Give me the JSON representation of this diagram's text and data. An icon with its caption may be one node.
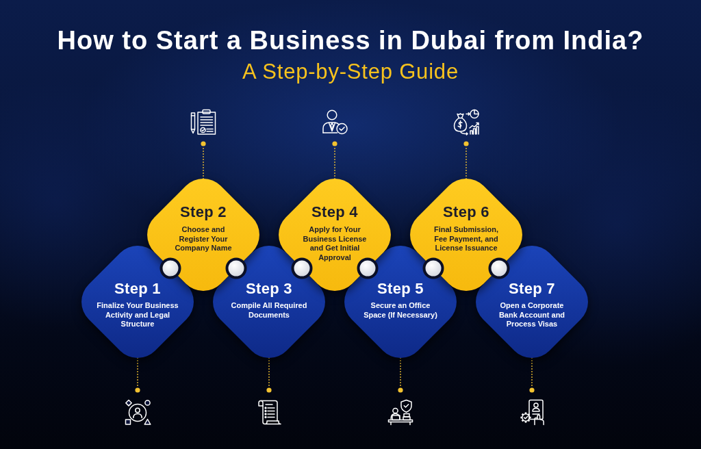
{
  "diagram": {
    "title": "How to Start a Business in Dubai from India?",
    "nodes": [
      {
        "text": [
          "Step 1",
          "Finalize Your Business Activity and Legal Structure"
        ]
      },
      {
        "text": [
          "Step 2",
          "Choose and Register Your Company Name"
        ]
      },
      {
        "text": [
          "Step 3",
          "Compile All Required Documents"
        ]
      },
      {
        "text": [
          "Step 4",
          "Apply for Your Business License and Get Initial Approval"
        ]
      },
      {
        "text": [
          "Step 5",
          "Secure an Office Space (If Necessary)"
        ]
      },
      {
        "text": [
          "Step 6",
          "Final Submission, Fee Payment, and License Issuance"
        ]
      },
      {
        "text": [
          "Step 7",
          "Open a Corporate Bank Account and Process Visas"
        ]
      },
      {
        "text": [],
        "shape": "picture"
      },
      {
        "text": [],
        "shape": "picture"
      },
      {
        "text": [],
        "shape": "picture"
      },
      {
        "text": [],
        "shape": "picture"
      },
      {
        "text": [],
        "shape": "picture"
      },
      {
        "text": [],
        "shape": "picture"
      },
      {
        "text": [],
        "shape": "picture"
      }
    ],
    "edges": [
      {
        "from": 0,
        "to": 7,
        "arrow": "other",
        "style": "dashed"
      },
      {
        "from": 1,
        "to": 8,
        "arrow": "other",
        "style": "dashed"
      },
      {
        "from": 2,
        "to": 9,
        "arrow": "other",
        "style": "dashed"
      },
      {
        "from": 3,
        "to": 10,
        "arrow": "other",
        "style": "dashed"
      },
      {
        "from": 4,
        "to": 11,
        "arrow": "other",
        "style": "dashed"
      },
      {
        "from": 5,
        "to": 12,
        "arrow": "other",
        "style": "dashed"
      },
      {
        "from": 6,
        "to": 13,
        "arrow": "other",
        "style": "dashed"
      }
    ],
    "labels": [
      "A Step-by-Step Guide"
    ]
  }
}
